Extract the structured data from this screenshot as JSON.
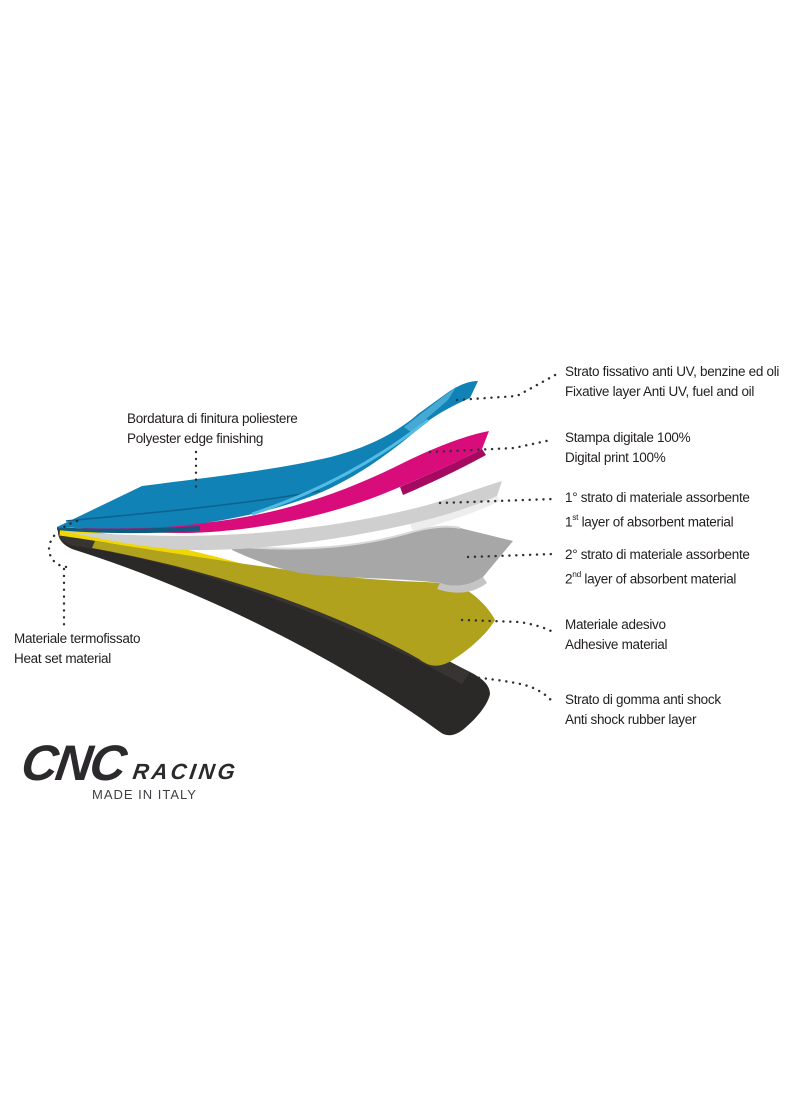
{
  "page": {
    "background": "#ffffff",
    "text_color": "#221e1f",
    "leader_dot_color": "#2f2f2f"
  },
  "right_labels": [
    {
      "key": "fixative",
      "it": "Strato fissativo anti UV, benzine ed oli",
      "en": "Fixative layer Anti UV, fuel and oil"
    },
    {
      "key": "print",
      "it": "Stampa digitale 100%",
      "en": "Digital print 100%"
    },
    {
      "key": "absorbent1",
      "it": "1° strato di materiale assorbente",
      "en_num": "1",
      "en_sup": "st",
      "en_rest": " layer of absorbent material"
    },
    {
      "key": "absorbent2",
      "it": "2° strato di materiale assorbente",
      "en_num": "2",
      "en_sup": "nd",
      "en_rest": " layer of absorbent material"
    },
    {
      "key": "adhesive",
      "it": "Materiale adesivo",
      "en": "Adhesive material"
    },
    {
      "key": "rubber",
      "it": "Strato di gomma anti shock",
      "en": "Anti shock rubber layer"
    }
  ],
  "left_labels": [
    {
      "key": "edge-finishing",
      "it": "Bordatura di finitura poliestere",
      "en": "Polyester edge finishing"
    },
    {
      "key": "heat-set",
      "it": "Materiale termofissato",
      "en": "Heat set material"
    }
  ],
  "layers": [
    {
      "key": "fixative-layer",
      "color": "#1182b6"
    },
    {
      "key": "print-layer",
      "color": "#d90c7c"
    },
    {
      "key": "absorbent1-layer",
      "color": "#cfcfcf"
    },
    {
      "key": "absorbent2-layer",
      "color": "#a7a7a7"
    },
    {
      "key": "adhesive-layer",
      "color": "#b0a21c",
      "edge_color": "#eed702"
    },
    {
      "key": "rubber-layer",
      "color": "#2b2928"
    }
  ],
  "logo": {
    "brand": "CNC",
    "sub": "RACING",
    "origin": "MADE IN ITALY"
  }
}
